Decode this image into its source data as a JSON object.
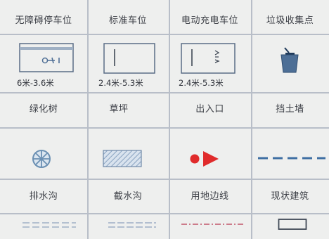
{
  "legend": {
    "row1_labels": [
      "无障碍停车位",
      "标准车位",
      "电动充电车位",
      "垃圾收集点"
    ],
    "row2_captions": [
      "6米-3.6米",
      "2.4米-5.3米",
      "2.4米-5.3米"
    ],
    "row3_labels": [
      "绿化树",
      "草坪",
      "出入口",
      "挡土墙"
    ],
    "row5_labels": [
      "排水沟",
      "截水沟",
      "用地边线",
      "现状建筑"
    ],
    "colors": {
      "background": "#eeefee",
      "grid": "#b8bec8",
      "symbol_blue": "#4f6f96",
      "tree": "#6b90b3",
      "entrance_red": "#e02b2b",
      "boundary_red": "#c0566a",
      "lawn_hatch": "#7f9bbb",
      "wall_blue": "#3f6fa3"
    }
  }
}
